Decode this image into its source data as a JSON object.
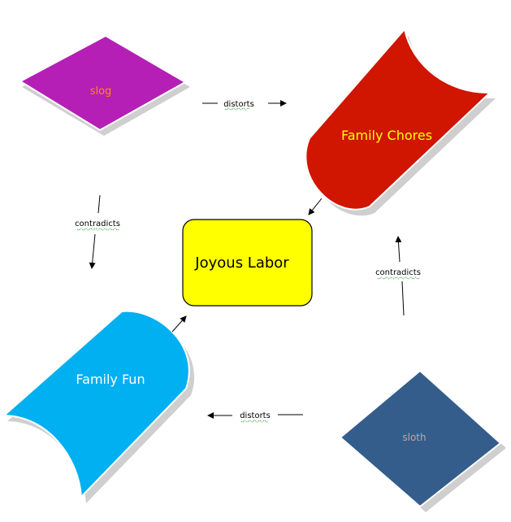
{
  "nodes": {
    "center": {
      "label": "Joyous Labor",
      "fill": "#ffff00",
      "text_color": "#000000"
    },
    "slog": {
      "label": "slog",
      "fill": "#b51fb5",
      "text_color": "#ff8c00"
    },
    "family_chores": {
      "label": "Family Chores",
      "fill": "#d01500",
      "text_color": "#ffff00"
    },
    "family_fun": {
      "label": "Family Fun",
      "fill": "#00b0f0",
      "text_color": "#ffffff"
    },
    "sloth": {
      "label": "sloth",
      "fill": "#345d8c",
      "text_color": "#c8a0a0"
    }
  },
  "connectors": {
    "slog_to_chores": "distorts",
    "slog_to_fun": "contradicts",
    "sloth_to_fun": "distorts",
    "sloth_to_chores": "contradicts"
  }
}
